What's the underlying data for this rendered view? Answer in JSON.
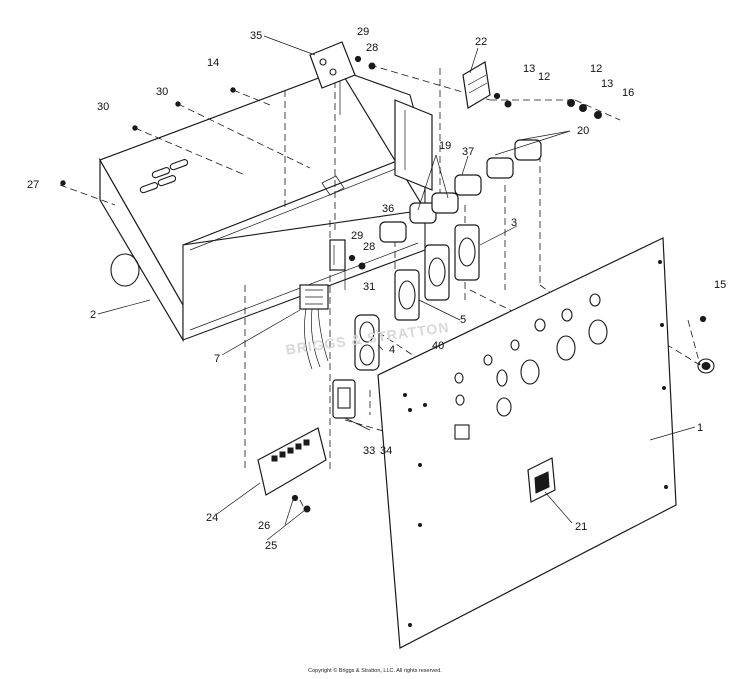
{
  "callouts": {
    "c1": "1",
    "c2": "2",
    "c3": "3",
    "c4": "4",
    "c5": "5",
    "c7": "7",
    "c12a": "12",
    "c12b": "12",
    "c13a": "13",
    "c13b": "13",
    "c14": "14",
    "c15": "15",
    "c16": "16",
    "c19": "19",
    "c20": "20",
    "c21": "21",
    "c22": "22",
    "c24": "24",
    "c25": "25",
    "c26": "26",
    "c27": "27",
    "c28a": "28",
    "c28b": "28",
    "c29a": "29",
    "c29b": "29",
    "c30a": "30",
    "c30b": "30",
    "c31": "31",
    "c33": "33",
    "c34": "34",
    "c35": "35",
    "c36": "36",
    "c37": "37",
    "c40": "40"
  },
  "copyright": "Copyright © Briggs & Stratton, LLC. All rights reserved.",
  "watermark": "BRIGGS & STRATTON"
}
